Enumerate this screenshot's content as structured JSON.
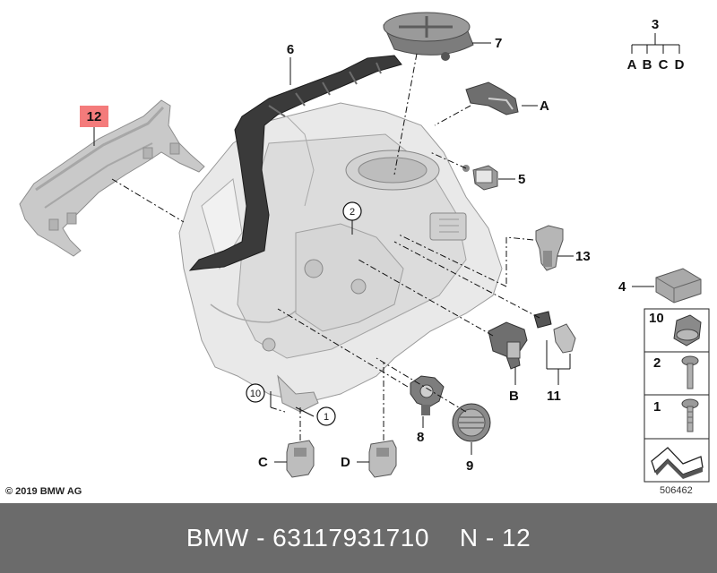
{
  "callouts": {
    "c12": "12",
    "c6": "6",
    "c7": "7",
    "c3": "3",
    "A": "A",
    "B": "B",
    "C": "C",
    "D": "D",
    "c5": "5",
    "c13": "13",
    "c4": "4",
    "c2": "2",
    "c11": "11",
    "c10": "10",
    "c1": "1",
    "c8": "8",
    "c9": "9"
  },
  "legend_tree": {
    "top": "3",
    "labels": [
      "A",
      "B",
      "C",
      "D"
    ]
  },
  "side_panel": {
    "row1": "10",
    "row2": "2",
    "row3": "1"
  },
  "copyright": "© 2019 BMW AG",
  "ref_number": "506462",
  "footer": {
    "brand": "BMW",
    "sep": "-",
    "part_number": "63117931710",
    "item": "N - 12"
  },
  "colors": {
    "highlight": "#f47b7b",
    "footer_bg": "#6b6b6b",
    "part_gray": "#c8c8c8",
    "dark_part": "#3a3a3a"
  }
}
